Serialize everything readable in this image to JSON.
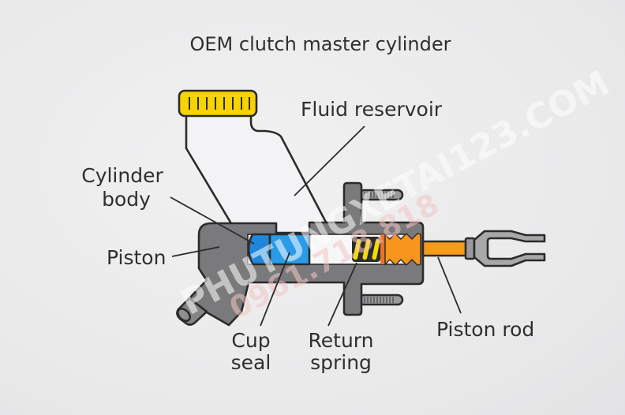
{
  "title": "OEM clutch master cylinder",
  "labels": {
    "fluid_reservoir": "Fluid reservoir",
    "cylinder_body_line1": "Cylinder",
    "cylinder_body_line2": "body",
    "piston": "Piston",
    "cup_seal_line1": "Cup",
    "cup_seal_line2": "seal",
    "return_spring_line1": "Return",
    "return_spring_line2": "spring",
    "piston_rod": "Piston rod"
  },
  "watermark": {
    "site": "PHUTUNGXETAI123.COM",
    "phone": "0961.718.818"
  },
  "colors": {
    "reservoir_cap": "#f7d300",
    "reservoir": "#f3f3f5",
    "body": "#7a7a7c",
    "piston": "#1f86d9",
    "cup_seal": "#2a9be8",
    "spring": "#f5dc00",
    "boot": "#f7951d",
    "rod": "#f59b1a",
    "fork": "#a8a8aa",
    "outline": "#2b2b2b"
  }
}
